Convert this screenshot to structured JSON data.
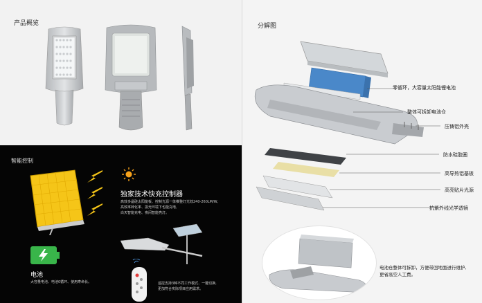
{
  "left_top": {
    "title": "产品概览"
  },
  "smart_control": {
    "title": "智能控制",
    "controller_title": "独家技术快充控制器",
    "controller_desc": [
      "高效多晶硅太阳能板、控制光源一体推整灯光效240-260LM/W,",
      "高效率转化率、损光环境下也能充电,",
      "白天智能充电、夜间智能亮灯。"
    ],
    "battery_title": "电池",
    "battery_desc": "大容量电池、电池0循环、使用寿命长。",
    "remote_desc": [
      "遥控支持3种不同工作模式、一键切换,",
      "更加符合实际项目应用需求。"
    ]
  },
  "exploded": {
    "title": "分解图",
    "labels": [
      "零循环，大容量太阳能锂电池",
      "整体可拆卸电池仓",
      "压铸铝外壳",
      "防水硅胶圈",
      "高导热铝基板",
      "高亮贴片光源",
      "抗紫外线光学透镜"
    ],
    "bottom_note": [
      "电池仓整体可拆卸，方便带回地面进行维护,",
      "更省高空人工费。"
    ]
  },
  "colors": {
    "accent_yellow": "#f5c518",
    "battery_green": "#39b54a",
    "sun_orange": "#f7a21b",
    "panel_blue": "#4a88c9"
  }
}
